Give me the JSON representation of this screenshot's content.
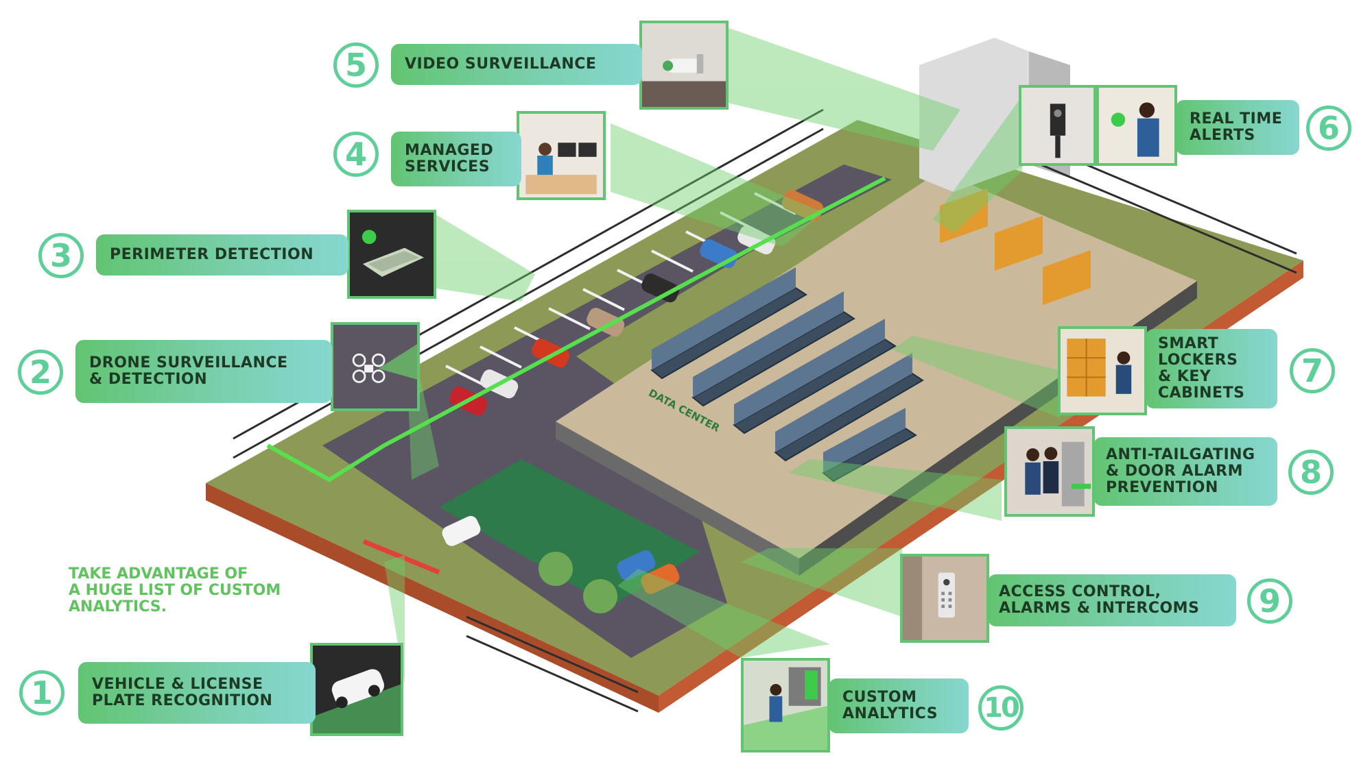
{
  "tagline": "Take advantage of\na huge list of custom\nanalytics.",
  "colors": {
    "accent_green": "#5fcf9a",
    "pill_start": "#62c472",
    "pill_end": "#86d7cf",
    "tagline_green": "#5fc45e",
    "beam_green": "#6ccf6a"
  },
  "callouts": [
    {
      "number": "1",
      "label": "Vehicle & license\nplate recognition"
    },
    {
      "number": "2",
      "label": "Drone surveillance\n& detection"
    },
    {
      "number": "3",
      "label": "Perimeter detection"
    },
    {
      "number": "4",
      "label": "Managed\nservices"
    },
    {
      "number": "5",
      "label": "Video surveillance"
    },
    {
      "number": "6",
      "label": "Real time\nalerts"
    },
    {
      "number": "7",
      "label": "Smart\nlockers\n& key\ncabinets"
    },
    {
      "number": "8",
      "label": "Anti-tailgating\n& door alarm\nprevention"
    },
    {
      "number": "9",
      "label": "Access control,\nalarms & intercoms"
    },
    {
      "number": "10",
      "label": "Custom\nanalytics"
    }
  ],
  "building_signs": {
    "lobby_sign": "Data Center"
  }
}
